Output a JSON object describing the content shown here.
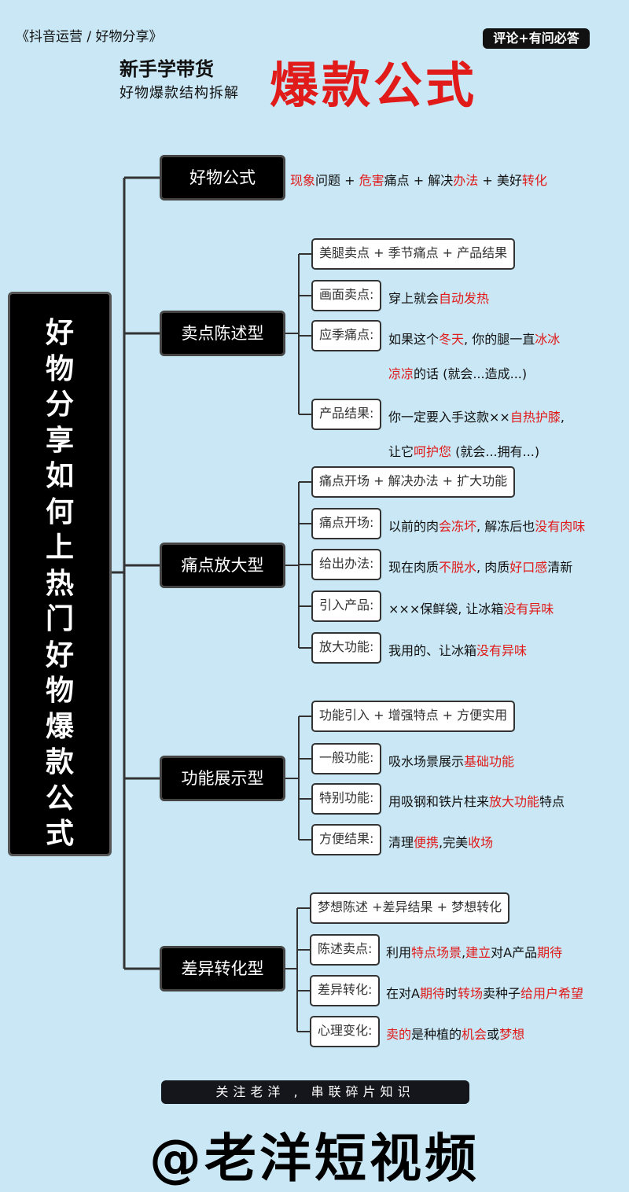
{
  "header": {
    "tag": "《抖音运营 / 好物分享》",
    "badge": "评论+有问必答",
    "sub1": "新手学带货",
    "sub2": "好物爆款结构拆解",
    "title": "爆款公式"
  },
  "root_chars": [
    "好",
    "物",
    "分",
    "享",
    "如",
    "何",
    "上",
    "热",
    "门",
    "好",
    "物",
    "爆",
    "款",
    "公",
    "式"
  ],
  "formula": {
    "label": "好物公式",
    "parts": [
      {
        "t": "现象",
        "red": true
      },
      {
        "t": "问题 + ",
        "red": false
      },
      {
        "t": "危害",
        "red": true
      },
      {
        "t": "痛点 + 解决",
        "red": false
      },
      {
        "t": "办法",
        "red": true
      },
      {
        "t": " + 美好",
        "red": false
      },
      {
        "t": "转化",
        "red": true
      }
    ]
  },
  "categories": {
    "c1": {
      "label": "卖点陈述型",
      "summary": "美腿卖点 + 季节痛点 + 产品结果",
      "items": [
        {
          "label": "画面卖点:",
          "line1": [
            {
              "t": "穿上就会",
              "red": false
            },
            {
              "t": "自动发热",
              "red": true
            }
          ]
        },
        {
          "label": "应季痛点:",
          "line1": [
            {
              "t": "如果这个",
              "red": false
            },
            {
              "t": "冬天",
              "red": true
            },
            {
              "t": ", 你的腿一直",
              "red": false
            },
            {
              "t": "冰冰",
              "red": true
            }
          ],
          "line2": [
            {
              "t": "凉凉",
              "red": true
            },
            {
              "t": "的话 (就会...造成...)",
              "red": false
            }
          ]
        },
        {
          "label": "产品结果:",
          "line1": [
            {
              "t": "你一定要入手这款××",
              "red": false
            },
            {
              "t": "自热护膝",
              "red": true
            },
            {
              "t": ",",
              "red": false
            }
          ],
          "line2": [
            {
              "t": "让它",
              "red": false
            },
            {
              "t": "呵护您",
              "red": true
            },
            {
              "t": " (就会...拥有...)",
              "red": false
            }
          ]
        }
      ]
    },
    "c2": {
      "label": "痛点放大型",
      "summary": "痛点开场 + 解决办法 + 扩大功能",
      "items": [
        {
          "label": "痛点开场:",
          "line1": [
            {
              "t": "以前的肉",
              "red": false
            },
            {
              "t": "会冻坏",
              "red": true
            },
            {
              "t": ", 解冻后也",
              "red": false
            },
            {
              "t": "没有肉味",
              "red": true
            }
          ]
        },
        {
          "label": "给出办法:",
          "line1": [
            {
              "t": "现在肉质",
              "red": false
            },
            {
              "t": "不脱水",
              "red": true
            },
            {
              "t": ", 肉质",
              "red": false
            },
            {
              "t": "好口感",
              "red": true
            },
            {
              "t": "清新",
              "red": false
            }
          ]
        },
        {
          "label": "引入产品:",
          "line1": [
            {
              "t": "×××保鲜袋, 让冰箱",
              "red": false
            },
            {
              "t": "没有异味",
              "red": true
            }
          ]
        },
        {
          "label": "放大功能:",
          "line1": [
            {
              "t": "我用的、让冰箱",
              "red": false
            },
            {
              "t": "没有异味",
              "red": true
            }
          ]
        }
      ]
    },
    "c3": {
      "label": "功能展示型",
      "summary": "功能引入 + 增强特点 + 方便实用",
      "items": [
        {
          "label": "一般功能:",
          "line1": [
            {
              "t": "吸水场景展示",
              "red": false
            },
            {
              "t": "基础功能",
              "red": true
            }
          ]
        },
        {
          "label": "特别功能:",
          "line1": [
            {
              "t": "用吸钢和铁片柱来",
              "red": false
            },
            {
              "t": "放大功能",
              "red": true
            },
            {
              "t": "特点",
              "red": false
            }
          ]
        },
        {
          "label": "方便结果:",
          "line1": [
            {
              "t": "清理",
              "red": false
            },
            {
              "t": "便携",
              "red": true
            },
            {
              "t": ",完美",
              "red": false
            },
            {
              "t": "收场",
              "red": true
            }
          ]
        }
      ]
    },
    "c4": {
      "label": "差异转化型",
      "summary": "梦想陈述 +差异结果 + 梦想转化",
      "items": [
        {
          "label": "陈述卖点:",
          "line1": [
            {
              "t": "利用",
              "red": false
            },
            {
              "t": "特点场景",
              "red": true
            },
            {
              "t": ",",
              "red": false
            },
            {
              "t": "建立",
              "red": true
            },
            {
              "t": "对A产品",
              "red": false
            },
            {
              "t": "期待",
              "red": true
            }
          ]
        },
        {
          "label": "差异转化:",
          "line1": [
            {
              "t": "在对A",
              "red": false
            },
            {
              "t": "期待",
              "red": true
            },
            {
              "t": "时",
              "red": false
            },
            {
              "t": "转场",
              "red": true
            },
            {
              "t": "卖种子",
              "red": false
            },
            {
              "t": "给用户希望",
              "red": true
            }
          ]
        },
        {
          "label": "心理变化:",
          "line1": [
            {
              "t": "卖的",
              "red": true
            },
            {
              "t": "是种植的",
              "red": false
            },
            {
              "t": "机会",
              "red": true
            },
            {
              "t": "或",
              "red": false
            },
            {
              "t": "梦想",
              "red": true
            }
          ]
        }
      ]
    }
  },
  "footer": {
    "slogan": "关注老洋 , 串联碎片知识",
    "handle": "@老洋短视频"
  },
  "colors": {
    "background": "#c9e7f4",
    "accent_red": "#e11a1a",
    "box_dark": "#000000"
  }
}
